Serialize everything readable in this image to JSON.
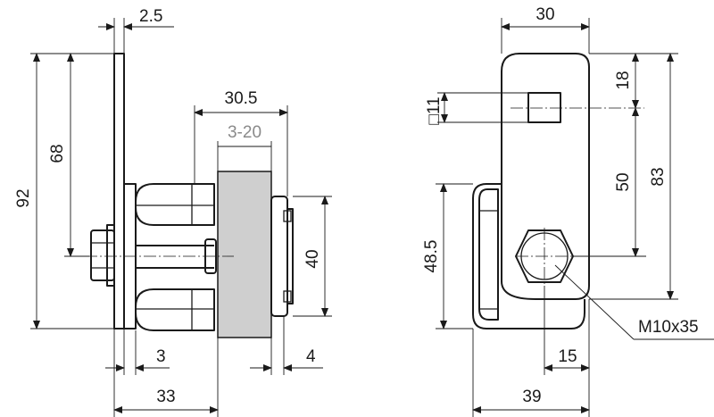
{
  "side_view": {
    "dim_plate_thickness": "2.5",
    "dim_total_height": "92",
    "dim_upper_height": "68",
    "dim_bracket_width": "30.5",
    "dim_clamp_range": "3-20",
    "dim_flange_height": "40",
    "dim_left_gap": "3",
    "dim_right_gap": "4",
    "dim_overall_depth": "33"
  },
  "front_view": {
    "dim_top_width": "30",
    "dim_square_size": "□11",
    "dim_top_offset": "18",
    "dim_hole_spacing": "50",
    "dim_front_height": "83",
    "dim_lower_height": "48.5",
    "dim_hex_offset": "15",
    "dim_base_width": "39",
    "bolt_callout": "M10x35"
  },
  "colors": {
    "line": "#1a1a1a",
    "material_fill": "#cfcfcf",
    "grey_text": "#8a8a8a"
  }
}
